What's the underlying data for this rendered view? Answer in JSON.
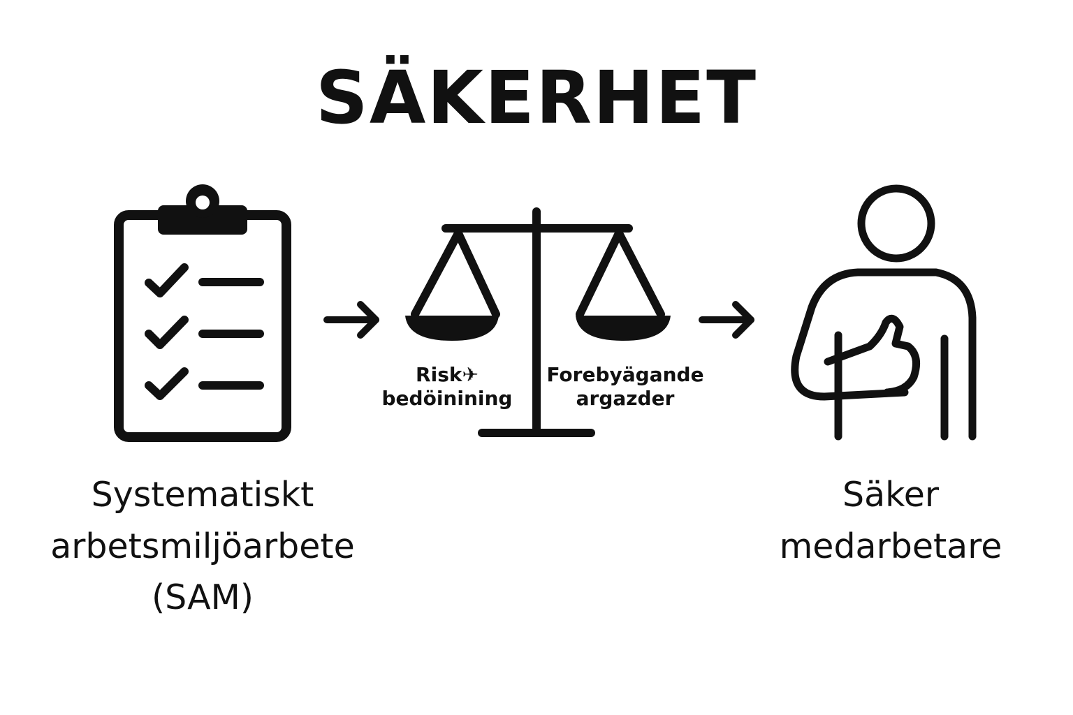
{
  "title": "SÄKERHET",
  "left": {
    "caption_lines": [
      "Systematiskt",
      "arbetsmiljöarbete",
      "(SAM)"
    ],
    "icon": "clipboard-checklist-icon"
  },
  "middle": {
    "icon": "balance-scale-icon",
    "label_left_lines": [
      "Risk✈",
      "bedöinining"
    ],
    "label_right_lines": [
      "Forebyägande",
      "argazder"
    ]
  },
  "right": {
    "caption_lines": [
      "Säker",
      "medarbetare"
    ],
    "icon": "person-thumbs-up-icon"
  },
  "arrows": [
    "arrow-right-icon",
    "arrow-right-icon"
  ],
  "colors": {
    "stroke": "#111111",
    "background": "#ffffff"
  }
}
